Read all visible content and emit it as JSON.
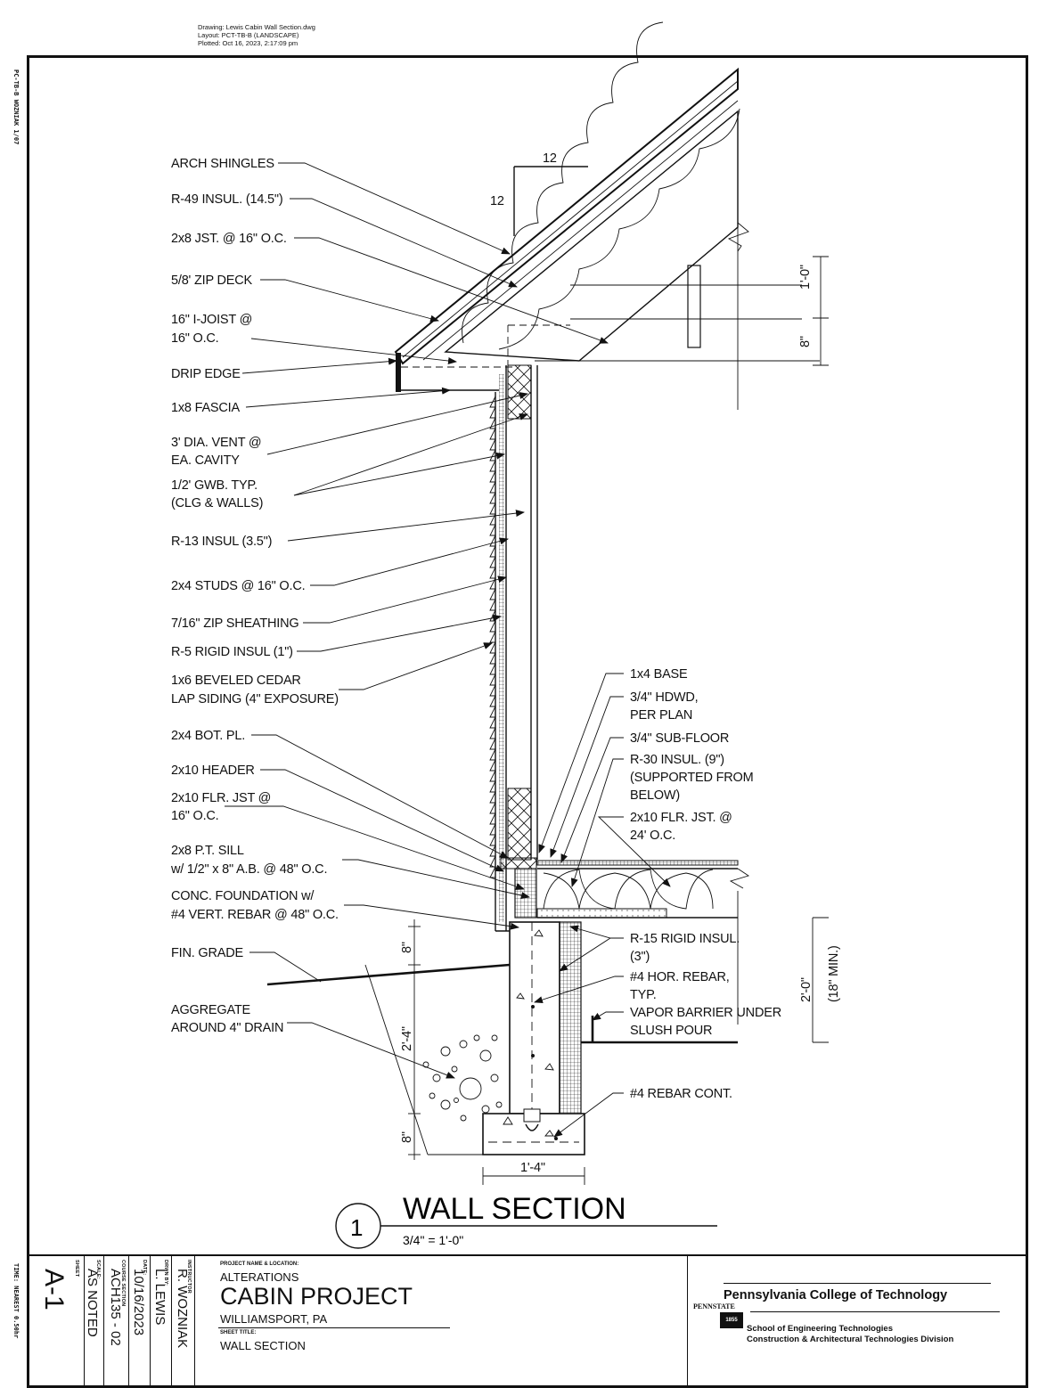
{
  "plot_info": [
    "Drawing: Lewis Cabin Wall Section.dwg",
    "Layout: PCT-TB-B (LANDSCAPE)",
    "Plotted: Oct 16, 2023, 2:17:09 pm"
  ],
  "margin_left": "PC-TB-B  WOZNIAK  1/07",
  "margin_bottom": "TIME: NEAREST 0.50hr",
  "callouts_left": {
    "arch_shingles": "ARCH SHINGLES",
    "r49": "R-49 INSUL. (14.5\")",
    "joist_2x8": "2x8 JST. @ 16\" O.C.",
    "zip_deck": "5/8' ZIP DECK",
    "ijoist_1": "16\" I-JOIST @",
    "ijoist_2": "16\" O.C.",
    "drip_edge": "DRIP EDGE",
    "fascia": "1x8 FASCIA",
    "vent_1": "3' DIA. VENT @",
    "vent_2": "EA. CAVITY",
    "gwb_1": "1/2' GWB. TYP.",
    "gwb_2": "(CLG & WALLS)",
    "r13": "R-13 INSUL (3.5\")",
    "studs": "2x4 STUDS @ 16\" O.C.",
    "zip_sheathing": "7/16\" ZIP SHEATHING",
    "r5": "R-5 RIGID INSUL (1\")",
    "siding_1": "1x6 BEVELED CEDAR",
    "siding_2": "LAP SIDING (4\" EXPOSURE)",
    "bot_pl": "2x4 BOT. PL.",
    "header": "2x10 HEADER",
    "flr_jst_1": "2x10 FLR. JST @",
    "flr_jst_2": "16\" O.C.",
    "sill_1": "2x8 P.T. SILL",
    "sill_2": "w/ 1/2\" x 8\" A.B. @ 48\" O.C.",
    "found_1": "CONC. FOUNDATION w/",
    "found_2": "#4 VERT. REBAR @ 48\" O.C.",
    "fin_grade": "FIN. GRADE",
    "aggr_1": "AGGREGATE",
    "aggr_2": "AROUND 4\" DRAIN"
  },
  "callouts_right": {
    "base": "1x4 BASE",
    "hdwd_1": "3/4\" HDWD,",
    "hdwd_2": "PER PLAN",
    "subfloor": "3/4\" SUB-FLOOR",
    "r30_1": "R-30 INSUL. (9\")",
    "r30_2": "(SUPPORTED FROM",
    "r30_3": "BELOW)",
    "flr_jst24_1": "2x10 FLR. JST. @",
    "flr_jst24_2": "24' O.C.",
    "r15_1": "R-15 RIGID INSUL.",
    "r15_2": "(3\")",
    "hor_rebar_1": "#4 HOR. REBAR,",
    "hor_rebar_2": "TYP.",
    "vapor_1": "VAPOR BARRIER UNDER",
    "vapor_2": "SLUSH POUR",
    "rebar_cont": "#4 REBAR CONT."
  },
  "pitch": {
    "run": "12",
    "rise": "12"
  },
  "dimensions": {
    "d_1_0": "1'-0\"",
    "d_8_top": "8\"",
    "d_2_0": "2'-0\"",
    "d_18min": "(18\" MIN.)",
    "d_8_a": "8\"",
    "d_2_4": "2'-4\"",
    "d_8_b": "8\"",
    "d_1_4": "1'-4\""
  },
  "detail": {
    "number": "1",
    "title": "WALL SECTION",
    "scale": "3/4\" = 1'-0\""
  },
  "title_block": {
    "sheet_label": "SHEET",
    "sheet_no": "A-1",
    "scale_label": "SCALE:",
    "scale": "AS NOTED",
    "course_label": "COURSE SECTION",
    "course": "ACH135 - 02",
    "date_label": "DATE:",
    "date": "10/16/2023",
    "drawn_label": "DRWN BY:",
    "drawn": "L. LEWIS",
    "instructor_label": "INSTRUCTOR",
    "instructor": "R. WOZNIAK",
    "project_label": "PROJECT NAME & LOCATION:",
    "project_sub": "ALTERATIONS",
    "project": "CABIN PROJECT",
    "location": "WILLIAMSPORT, PA",
    "sheet_title_label": "SHEET TITLE:",
    "sheet_title": "WALL SECTION",
    "college": "Pennsylvania College of Technology",
    "pennstate": "PENNSTATE",
    "seal_year": "1855",
    "school": "School of Engineering Technologies",
    "division": "Construction & Architectural Technologies Division"
  }
}
